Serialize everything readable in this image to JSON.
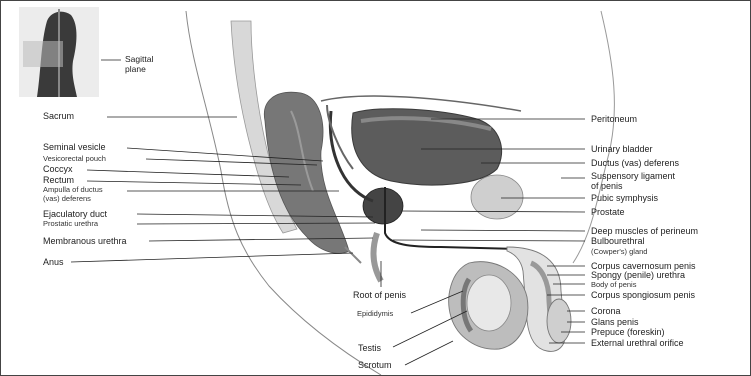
{
  "figure": {
    "inset_label": "Sagittal\nplane",
    "left_labels": {
      "sacrum": "Sacrum",
      "seminal_vesicle": "Seminal vesicle",
      "vesicorectal_pouch": "Vesicorectal pouch",
      "coccyx": "Coccyx",
      "rectum": "Rectum",
      "ampulla": "Ampulla of ductus\n(vas) deferens",
      "ejaculatory_duct": "Ejaculatory duct",
      "prostatic_urethra": "Prostatic urethra",
      "membranous_urethra": "Membranous urethra",
      "anus": "Anus"
    },
    "right_labels": {
      "peritoneum": "Peritoneum",
      "urinary_bladder": "Urinary bladder",
      "ductus_deferens": "Ductus (vas) deferens",
      "suspensory_ligament": "Suspensory ligament\nof penis",
      "pubic_symphysis": "Pubic symphysis",
      "prostate": "Prostate",
      "deep_muscles": "Deep muscles of perineum",
      "bulbourethral": "Bulbourethral",
      "cowpers_gland": "(Cowper's) gland",
      "corpus_cavernosum": "Corpus cavernosum penis",
      "spongy_urethra": "Spongy (penile) urethra",
      "body_of_penis": "Body of penis",
      "corpus_spongiosum": "Corpus spongiosum penis",
      "corona": "Corona",
      "glans_penis": "Glans penis",
      "prepuce": "Prepuce (foreskin)",
      "external_orifice": "External urethral orifice"
    },
    "bottom_labels": {
      "root_of_penis": "Root of penis",
      "epididymis": "Epididymis",
      "testis": "Testis",
      "scrotum": "Scrotum"
    }
  }
}
